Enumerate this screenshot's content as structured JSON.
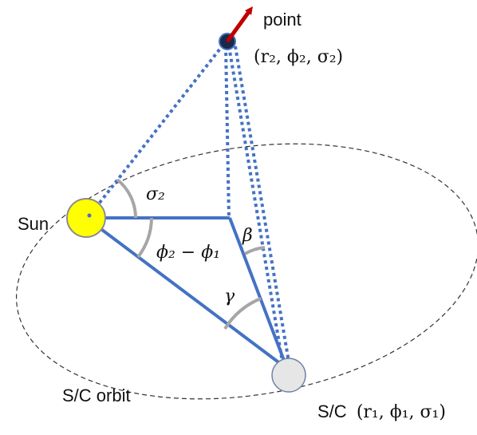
{
  "labels": {
    "sun": "Sun",
    "point_word": "point",
    "point_coords": "(r₂, ϕ₂, σ₂)",
    "sc_prefix": "S/C",
    "sc_coords": "(r₁, ϕ₁, σ₁)",
    "orbit": "S/C orbit",
    "sigma2": "σ₂",
    "phi_diff": "ϕ₂ − ϕ₁",
    "beta": "β",
    "gamma": "γ"
  },
  "colors": {
    "line_blue": "#4472c4",
    "sun_fill": "#ffff00",
    "sun_stroke": "#8c8c8c",
    "sc_fill": "#e6e6e6",
    "sc_stroke": "#6e83a8",
    "arrow_red": "#c00000",
    "point_fill": "#1a2a4a",
    "angle_arc": "#a6a6a6",
    "orbit": "#333333"
  }
}
